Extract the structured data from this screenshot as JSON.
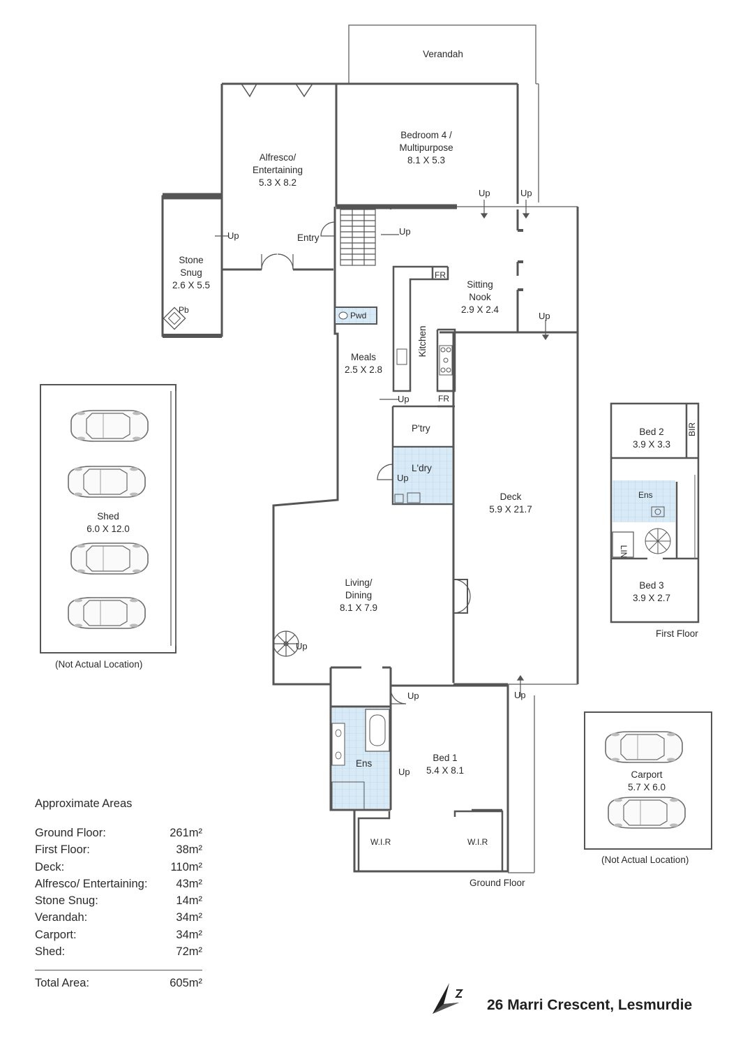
{
  "rooms": {
    "verandah": {
      "name": "Verandah"
    },
    "bedroom4": {
      "line1": "Bedroom 4 /",
      "line2": "Multipurpose",
      "dims": "8.1 X 5.3"
    },
    "alfresco": {
      "line1": "Alfresco/",
      "line2": "Entertaining",
      "dims": "5.3 X 8.2"
    },
    "stone_snug": {
      "line1": "Stone",
      "line2": "Snug",
      "dims": "2.6 X 5.5"
    },
    "pb": "Pb",
    "entry": "Entry",
    "pwd": "Pwd",
    "fr1": "FR",
    "fr2": "FR",
    "sitting_nook": {
      "line1": "Sitting",
      "line2": "Nook",
      "dims": "2.9 X 2.4"
    },
    "kitchen": "Kitchen",
    "meals": {
      "name": "Meals",
      "dims": "2.5 X 2.8"
    },
    "pantry": "P'try",
    "laundry": "L'dry",
    "deck": {
      "name": "Deck",
      "dims": "5.9 X 21.7"
    },
    "living": {
      "line1": "Living/",
      "line2": "Dining",
      "dims": "8.1 X 7.9"
    },
    "bed1": {
      "name": "Bed 1",
      "dims": "5.4 X 8.1"
    },
    "ens1": "Ens",
    "wir1": "W.I.R",
    "wir2": "W.I.R",
    "shed": {
      "name": "Shed",
      "dims": "6.0 X 12.0"
    },
    "bed2": {
      "name": "Bed 2",
      "dims": "3.9 X 3.3"
    },
    "bir": "BIR",
    "ens2": "Ens",
    "lin": "LIN",
    "bed3": {
      "name": "Bed 3",
      "dims": "3.9 X 2.7"
    },
    "carport": {
      "name": "Carport",
      "dims": "5.7 X 6.0"
    }
  },
  "up_label": "Up",
  "captions": {
    "ground_floor": "Ground Floor",
    "first_floor": "First Floor",
    "shed_note": "(Not Actual Location)",
    "carport_note": "(Not Actual Location)"
  },
  "areas": {
    "title": "Approximate Areas",
    "rows": [
      {
        "label": "Ground Floor:",
        "value": "261m²"
      },
      {
        "label": "First Floor:",
        "value": "38m²"
      },
      {
        "label": "Deck:",
        "value": "110m²"
      },
      {
        "label": "Alfresco/ Entertaining:",
        "value": "43m²"
      },
      {
        "label": "Stone Snug:",
        "value": "14m²"
      },
      {
        "label": "Verandah:",
        "value": "34m²"
      },
      {
        "label": "Carport:",
        "value": "34m²"
      },
      {
        "label": "Shed:",
        "value": "72m²"
      }
    ],
    "total": {
      "label": "Total Area:",
      "value": "605m²"
    }
  },
  "address": "26 Marri Crescent, Lesmurdie",
  "colors": {
    "wall": "#555555",
    "thin": "#777777",
    "wet_area": "#d6e8f5",
    "car": "#888888"
  }
}
